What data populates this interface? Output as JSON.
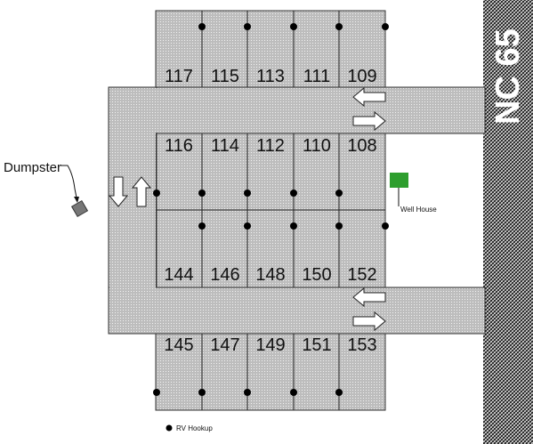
{
  "map": {
    "road_name": "NC 65",
    "sites_top_row": [
      "117",
      "115",
      "113",
      "111",
      "109"
    ],
    "sites_upper_middle_row": [
      "116",
      "114",
      "112",
      "110",
      "108"
    ],
    "sites_lower_middle_row": [
      "144",
      "146",
      "148",
      "150",
      "152"
    ],
    "sites_bottom_row": [
      "145",
      "147",
      "149",
      "151",
      "153"
    ],
    "dumpster_label": "Dumpster",
    "well_house_label": "Well House",
    "legend_rv_hookup": "RV Hookup",
    "colors": {
      "pad_fill": "#c9c9c9",
      "road_fill": "#1a1a1a",
      "well_house": "#2e9e2e",
      "dumpster": "#777777",
      "hookup": "#000000"
    },
    "icons": [
      "arrow-left-icon",
      "arrow-right-icon",
      "arrow-up-icon",
      "arrow-down-icon",
      "rv-hookup-icon"
    ]
  }
}
